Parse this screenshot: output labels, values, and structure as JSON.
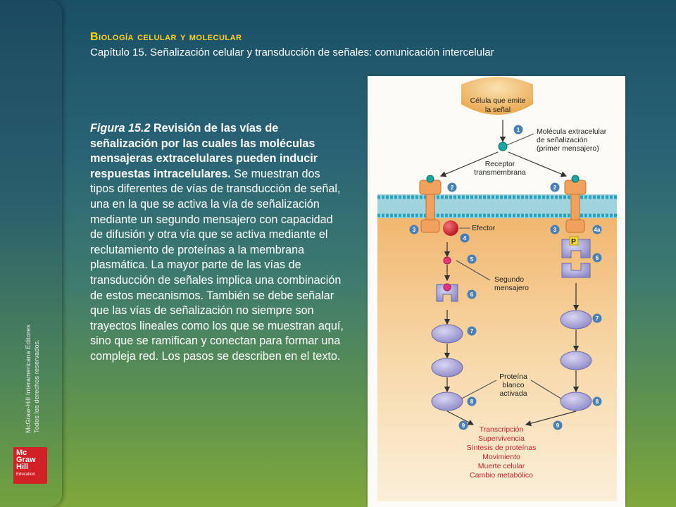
{
  "sidebar": {
    "copyright_line1": "McGraw-Hill Interamericana Editores",
    "copyright_line2": "Todos los derechos reservados.",
    "logo": {
      "line1": "Mc",
      "line2": "Graw",
      "line3": "Hill",
      "line4": "Education"
    }
  },
  "header": {
    "title": "Biología celular y molecular",
    "subtitle": "Capítulo 15. Señalización celular y transducción de señales: comunicación intercelular"
  },
  "caption": {
    "figure_label": "Figura 15.2",
    "bold_text": "Revisión de las vías de señalización por las cuales las moléculas mensajeras extracelulares pueden inducir respuestas intracelulares.",
    "body_text": "Se muestran dos tipos diferentes de vías de transducción de señal, una en la que se activa la vía de señalización mediante un segundo mensajero con capacidad de difusión y otra vía que se activa mediante el reclutamiento de proteínas a la membrana plasmática. La mayor parte de las vías de transducción de señales implica una combinación de estos mecanismos. También se debe señalar que las vías de señalización no siempre son trayectos lineales como los que se muestran aquí, sino que se ramifican y conectan para formar una compleja red. Los pasos se describen en el texto."
  },
  "diagram": {
    "cell_label_1": "Célula que emite",
    "cell_label_2": "la señal",
    "molecule_1": "Molécula extracelular",
    "molecule_2": "de señalización",
    "molecule_3": "(primer mensajero)",
    "receptor_1": "Receptor",
    "receptor_2": "transmembrana",
    "effector": "Efector",
    "phospho": "P",
    "second_1": "Segundo",
    "second_2": "mensajero",
    "target_1": "Proteína",
    "target_2": "blanco",
    "target_3": "activada",
    "outcomes": [
      "Transcripción",
      "Supervivencia",
      "Síntesis de proteínas",
      "Movimiento",
      "Muerte celular",
      "Cambio metabólico"
    ],
    "steps": [
      "1",
      "2",
      "2",
      "3",
      "3",
      "4",
      "4a",
      "5",
      "6",
      "6",
      "7",
      "7",
      "8",
      "8",
      "9",
      "9"
    ],
    "colors": {
      "membrane": "#7ec7d6",
      "receptor": "#f2a15d",
      "protein": "#a9a6d8",
      "effector": "#d22030",
      "second_messenger": "#e8357a",
      "outcome_text": "#c3262c"
    }
  }
}
